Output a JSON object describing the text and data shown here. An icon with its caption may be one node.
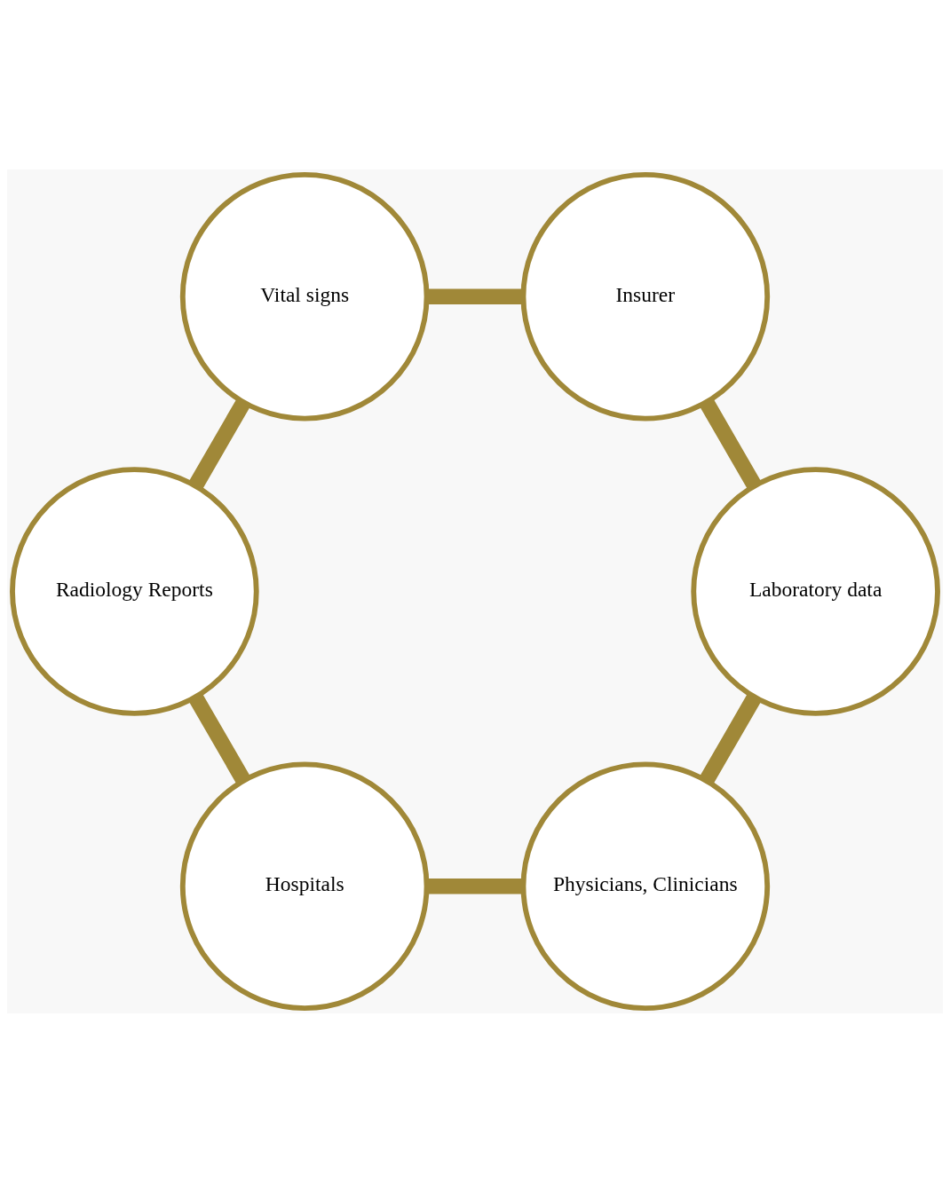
{
  "diagram": {
    "nodes": [
      {
        "text": [
          "Physicians, Clinicians"
        ]
      },
      {
        "text": [
          "Laboratory data"
        ]
      },
      {
        "text": [
          "Hospitals"
        ]
      },
      {
        "text": [
          "Insurer"
        ]
      },
      {
        "text": [
          "Radiology Reports"
        ]
      },
      {
        "text": [
          "Vital signs"
        ]
      }
    ],
    "edges": [
      {
        "from": 0,
        "to": 2,
        "arrow": "none"
      },
      {
        "from": 2,
        "to": 4,
        "arrow": "none"
      },
      {
        "from": 4,
        "to": 5,
        "arrow": "none"
      },
      {
        "from": 5,
        "to": 3,
        "arrow": "none"
      },
      {
        "from": 3,
        "to": 1,
        "arrow": "none"
      },
      {
        "from": 1,
        "to": 0,
        "arrow": "none"
      }
    ]
  }
}
